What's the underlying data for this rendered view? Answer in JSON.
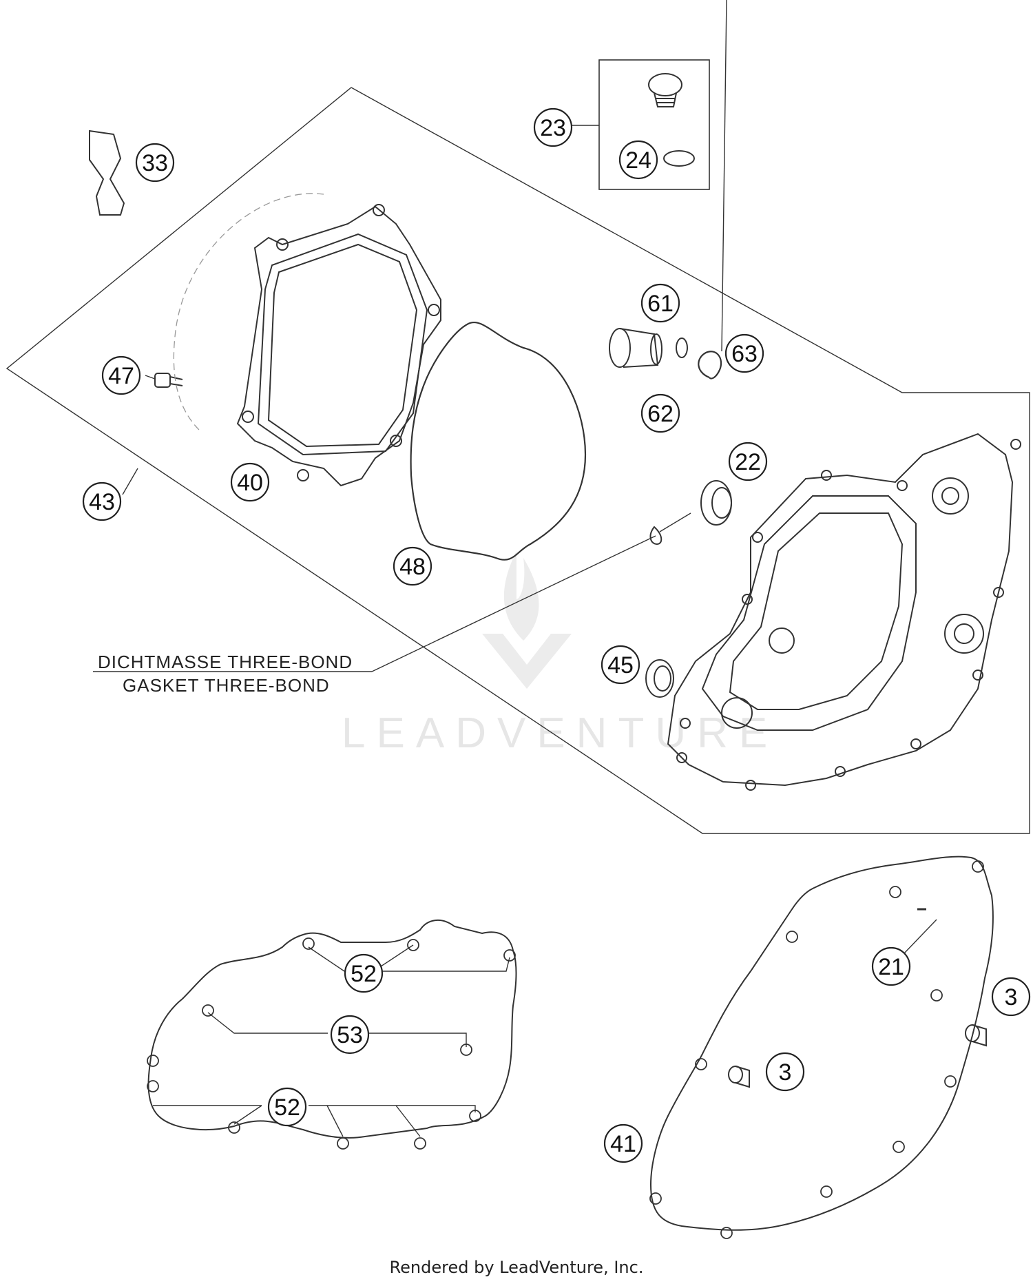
{
  "callouts": {
    "c23": "23",
    "c24": "24",
    "c33": "33",
    "c61": "61",
    "c63": "63",
    "c47": "47",
    "c62": "62",
    "c22": "22",
    "c40": "40",
    "c43": "43",
    "c48": "48",
    "c45": "45",
    "c52a": "52",
    "c53": "53",
    "c52b": "52",
    "c21": "21",
    "c3a": "3",
    "c3b": "3",
    "c41": "41"
  },
  "note": {
    "line1": "DICHTMASSE THREE-BOND",
    "line2": "GASKET THREE-BOND"
  },
  "watermark": "LEADVENTURE",
  "footer": "Rendered by LeadVenture, Inc."
}
